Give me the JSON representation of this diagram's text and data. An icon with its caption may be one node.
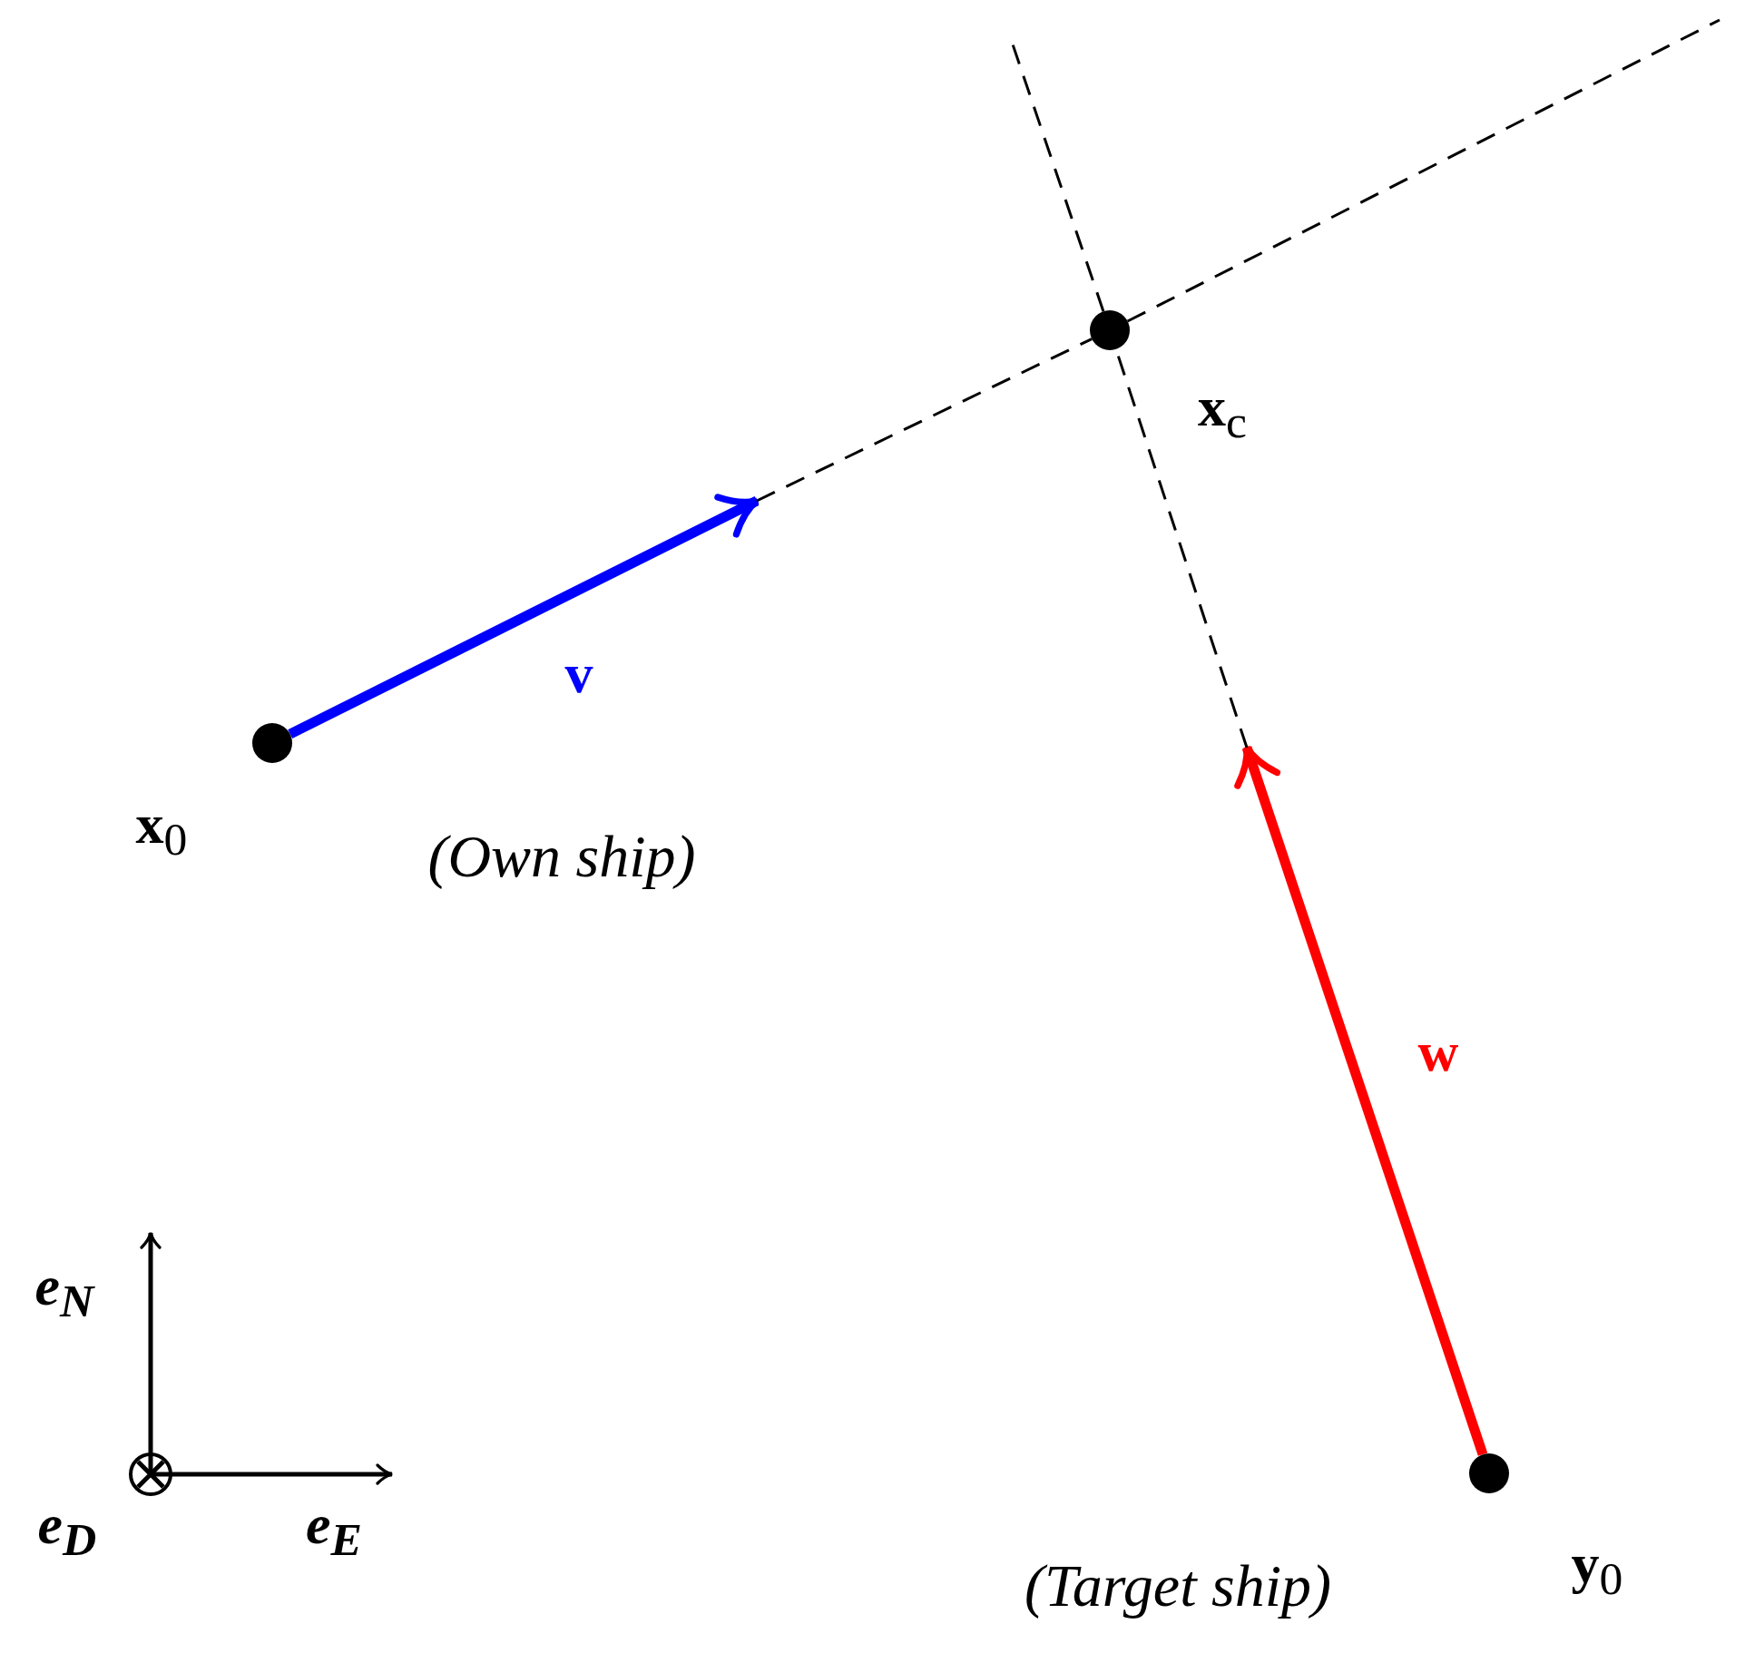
{
  "diagram": {
    "nodes": [
      {
        "text": [],
        "shape": "circle",
        "beside": [
          "**x**$_{0}$",
          "(Own ship)"
        ]
      },
      {
        "text": [],
        "shape": "circle",
        "beside": [
          "**x**$_{c}$"
        ]
      },
      {
        "text": [],
        "shape": "circle",
        "beside": [
          "**y**$_{0}$",
          "(Target ship)"
        ]
      }
    ],
    "edges": [
      {
        "from": 0,
        "to": null,
        "arrow": "to",
        "label": "**v**",
        "style": "thick",
        "color": "#0000ff"
      },
      {
        "from": null,
        "to": 1,
        "arrow": "none",
        "style": "dashed"
      },
      {
        "from": 1,
        "to": null,
        "arrow": "none",
        "style": "dashed"
      },
      {
        "from": 2,
        "to": null,
        "arrow": "to",
        "label": "**w**",
        "style": "thick",
        "color": "#ff0000"
      },
      {
        "from": null,
        "to": 1,
        "arrow": "none",
        "style": "dashed"
      },
      {
        "from": 1,
        "to": null,
        "arrow": "none",
        "style": "dashed"
      }
    ],
    "labels": [
      "**e**$_{N}$",
      "**e**$_{D}$",
      "**e**$_{E}$"
    ]
  }
}
